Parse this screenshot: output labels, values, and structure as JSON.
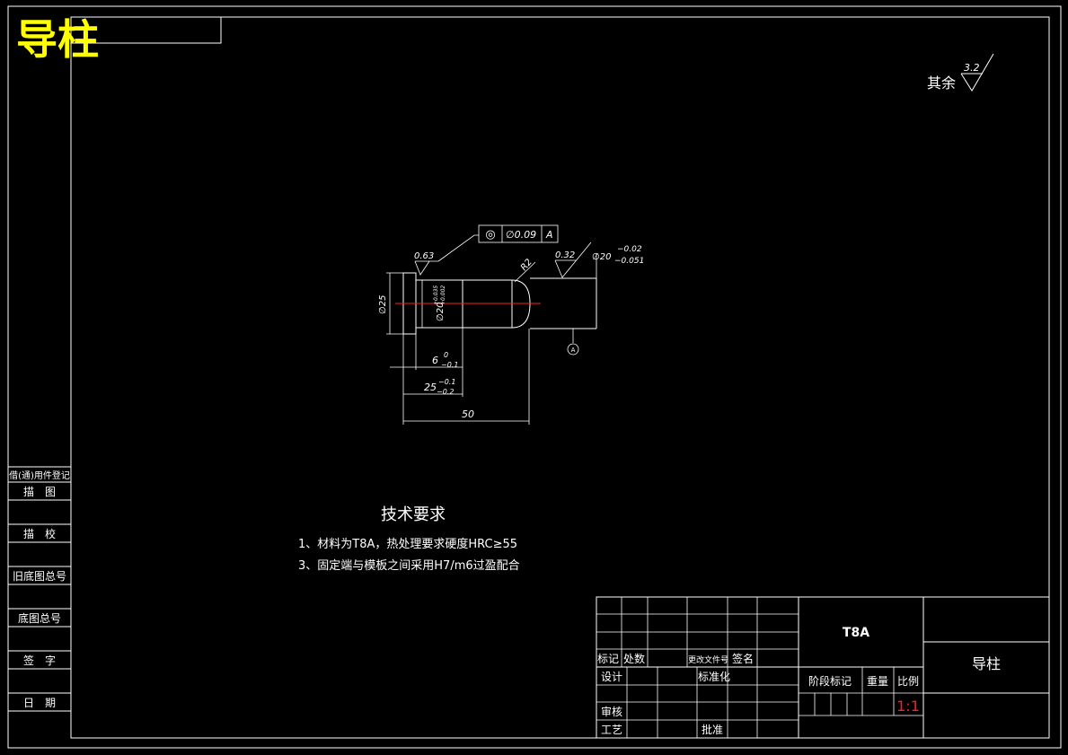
{
  "title": "导柱",
  "surface_finish": {
    "label": "其余",
    "value": "3.2"
  },
  "part": {
    "roughness_left": "0.63",
    "roughness_right": "0.32",
    "roughness_r": "R2",
    "tolerance_frame": {
      "symbol": "◎",
      "value": "∅0.09",
      "datum": "A"
    },
    "datum_label": "A",
    "dims": {
      "dia_head": "∅25",
      "dia_body": "∅20",
      "dia_body_upper": "+0.035",
      "dia_body_lower": "+0.002",
      "dia_tip": "∅20",
      "dia_tip_upper": "−0.02",
      "dia_tip_lower": "−0.051",
      "len_head": "6",
      "len_head_upper": "0",
      "len_head_lower": "−0.1",
      "len_fit": "25",
      "len_fit_upper": "−0.1",
      "len_fit_lower": "−0.2",
      "len_total": "50"
    }
  },
  "tech_req": {
    "title": "技术要求",
    "items": [
      "1、材料为T8A，热处理要求硬度HRC≥55",
      "3、固定端与模板之间采用H7/m6过盈配合"
    ]
  },
  "side_panel": [
    "借(通)用件登记",
    "描　图",
    "描　校",
    "旧底图总号",
    "底图总号",
    "签　字",
    "日　期"
  ],
  "title_block": {
    "material": "T8A",
    "name": "导柱",
    "row_headers": [
      "标记",
      "处数",
      "更改文件号",
      "签名"
    ],
    "design": "设计",
    "standard": "标准化",
    "review": "审核",
    "process": "工艺",
    "approve": "批准",
    "stage_mark": "阶段标记",
    "weight": "重量",
    "scale_label": "比例",
    "scale": "1:1"
  },
  "colors": {
    "title": "#ffff00",
    "center_line": "#ff2020",
    "scale": "#ff2020"
  }
}
